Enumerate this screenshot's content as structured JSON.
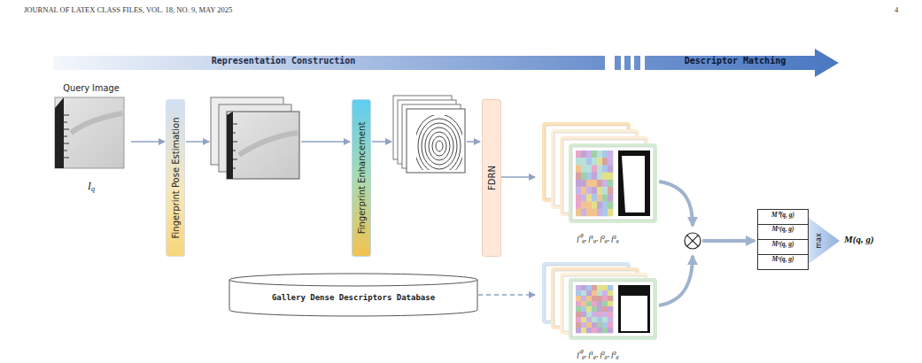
{
  "diagram": {
    "nodes": [
      {
        "text": [
          "Query Image",
          "Iq"
        ]
      },
      {
        "text": [
          "Fingerprint Pose Estimation"
        ]
      },
      {
        "text": [
          "Fingerprint Enhancement"
        ]
      },
      {
        "text": [
          "FDRN"
        ]
      },
      {
        "text": [
          "f⁰q, f¹q, f²q, f³q"
        ]
      },
      {
        "text": [
          "Gallery Dense Descriptors Database"
        ]
      },
      {
        "text": [
          "f⁰g, f¹g, f²g, f³g"
        ]
      },
      {
        "text": [
          "M⁰(q, g)",
          "M¹(q, g)",
          "M²(q, g)",
          "M³(q, g)"
        ]
      }
    ],
    "edges": [
      {
        "from": 0,
        "to": 1,
        "arrow": "to"
      },
      {
        "from": 3,
        "to": 4,
        "arrow": "to"
      },
      {
        "from": 5,
        "to": 6,
        "arrow": "to"
      }
    ],
    "labels": [
      "JOURNAL OF LATEX CLASS FILES, VOL. 18, NO. 9, MAY 2025",
      "4",
      "Representation Construction",
      "Descriptor Matching",
      "max",
      "M(q, g)"
    ]
  }
}
